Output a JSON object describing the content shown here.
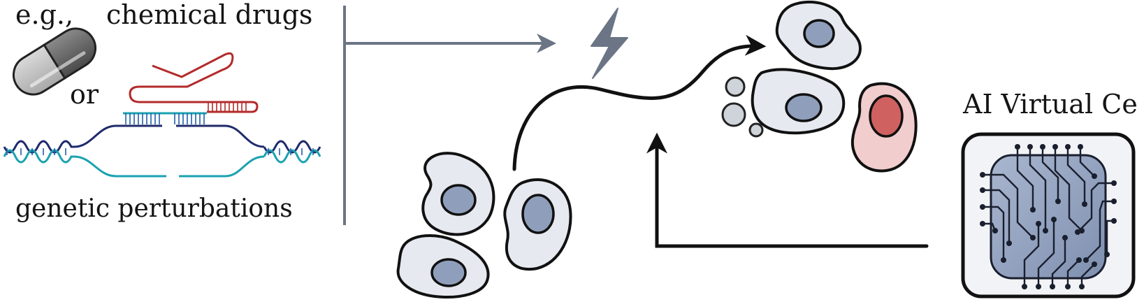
{
  "labels": {
    "eg": "e.g.,",
    "chemical_drugs": "chemical drugs",
    "or": "or",
    "genetic_perturbations": "genetic perturbations",
    "ai_virtual_cell": "AI Virtual Cell"
  },
  "icons": {
    "drug": "pill-capsule-icon",
    "crispr": "crispr-guide-rna-icon",
    "dna": "dna-double-helix-icon",
    "perturbation": "lightning-bolt-icon",
    "model": "ai-chip-icon"
  },
  "colors": {
    "arrow_gray": "#6b7585",
    "cell_fill": "#e6e9f0",
    "nucleus_fill": "#8f9fbb",
    "perturbed_cell_fill": "#f1cdcd",
    "perturbed_nucleus_fill": "#cf6161",
    "rna_red": "#b42a2a",
    "dna_navy": "#1f2a6b",
    "dna_teal": "#1aa2b0"
  }
}
